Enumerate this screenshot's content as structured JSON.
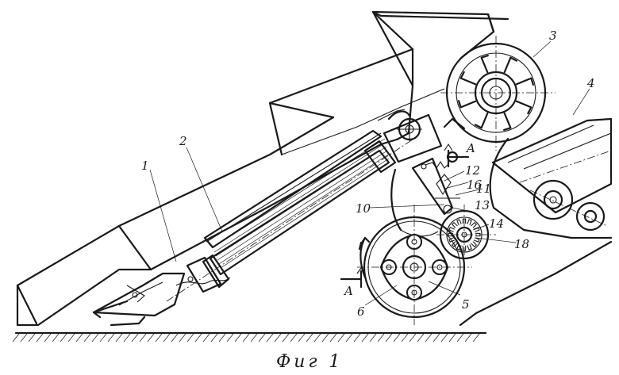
{
  "figure": {
    "caption": "Фиг 1",
    "section_mark": "A",
    "labels": {
      "l1": "1",
      "l2": "2",
      "l3": "3",
      "l4": "4",
      "l5": "5",
      "l6": "6",
      "l10": "10",
      "l11": "11",
      "l12": "12",
      "l13": "13",
      "l14": "14",
      "l16": "16",
      "l18": "18"
    }
  }
}
